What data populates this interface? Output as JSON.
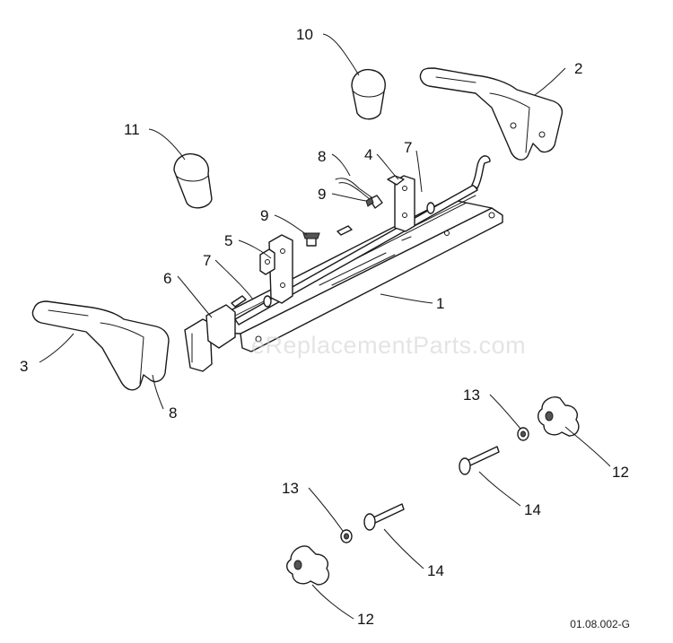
{
  "diagram": {
    "callouts": {
      "c1": "1",
      "c2": "2",
      "c3": "3",
      "c4": "4",
      "c5": "5",
      "c6": "6",
      "c7a": "7",
      "c7b": "7",
      "c8a": "8",
      "c8b": "8",
      "c9a": "9",
      "c9b": "9",
      "c10": "10",
      "c11": "11",
      "c12a": "12",
      "c12b": "12",
      "c13a": "13",
      "c13b": "13",
      "c14a": "14",
      "c14b": "14"
    },
    "doc_code": "01.08.002-G",
    "watermark": "eReplacementParts.com"
  }
}
